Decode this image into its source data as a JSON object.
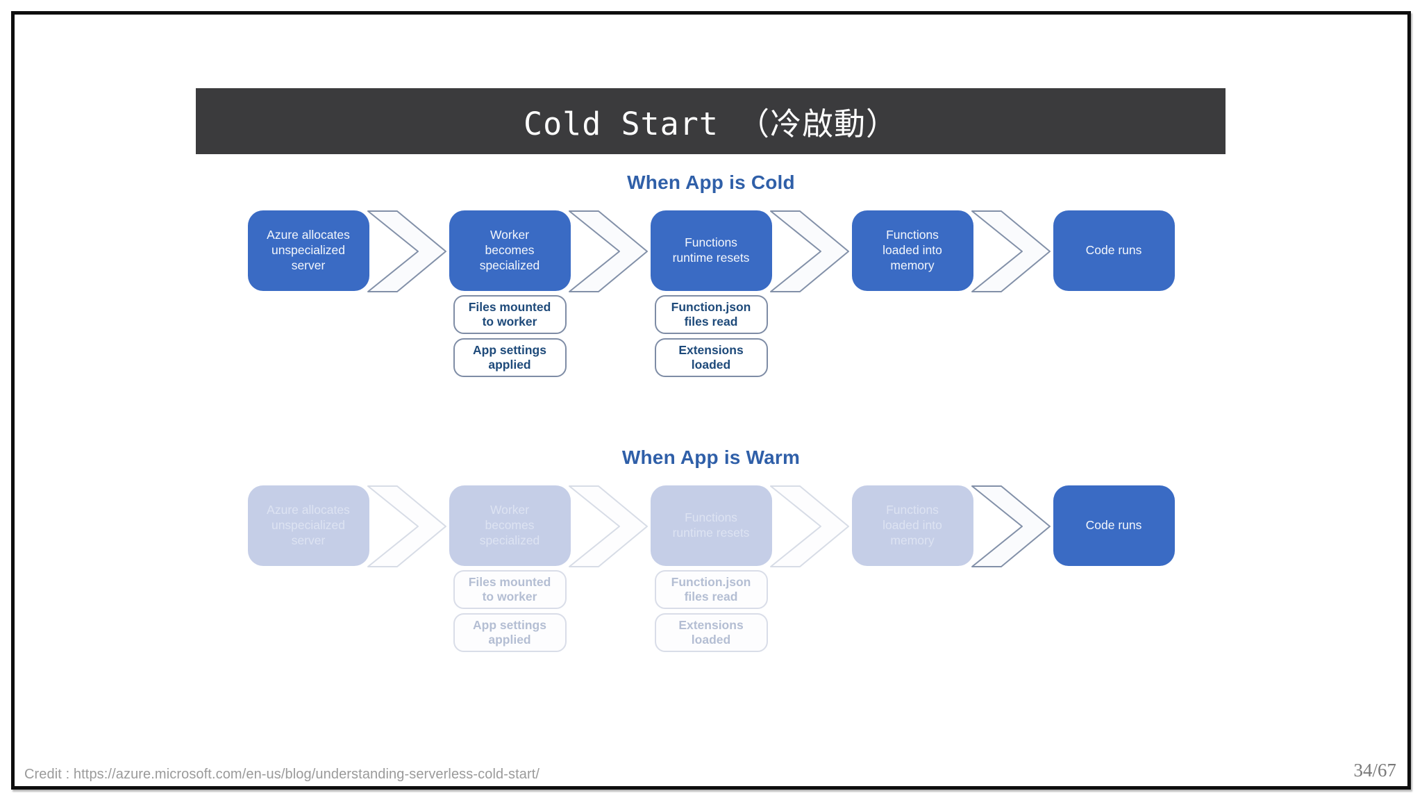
{
  "slide": {
    "title": "Cold Start （冷啟動）",
    "credit": "Credit : https://azure.microsoft.com/en-us/blog/understanding-serverless-cold-start/",
    "page": "34/67"
  },
  "colors": {
    "title_bar": "#3b3b3d",
    "box_blue": "#3a6bc4",
    "heading_blue": "#2f5fa8",
    "faded_fill": "#c5cee7",
    "subbox_text": "#1e4a7a",
    "chevron_stroke": "#8290a8",
    "chevron_stroke_faded": "#d7dce6"
  },
  "sections": [
    {
      "id": "cold",
      "heading": "When App is Cold",
      "steps": [
        {
          "name": "azure-allocates-server",
          "lines": [
            "Azure allocates",
            "unspecialized",
            "server"
          ],
          "subs": [],
          "faded": false
        },
        {
          "name": "worker-becomes-specialized",
          "lines": [
            "Worker",
            "becomes",
            "specialized"
          ],
          "subs": [
            {
              "name": "files-mounted",
              "lines": [
                "Files mounted",
                "to worker"
              ]
            },
            {
              "name": "app-settings-applied",
              "lines": [
                "App settings",
                "applied"
              ]
            }
          ],
          "faded": false
        },
        {
          "name": "functions-runtime-resets",
          "lines": [
            "Functions",
            "runtime resets"
          ],
          "subs": [
            {
              "name": "function-json-read",
              "lines": [
                "Function.json",
                "files read"
              ]
            },
            {
              "name": "extensions-loaded",
              "lines": [
                "Extensions",
                "loaded"
              ]
            }
          ],
          "faded": false
        },
        {
          "name": "functions-loaded-memory",
          "lines": [
            "Functions",
            "loaded into",
            "memory"
          ],
          "subs": [],
          "faded": false
        },
        {
          "name": "code-runs",
          "lines": [
            "Code runs"
          ],
          "subs": [],
          "faded": false
        }
      ]
    },
    {
      "id": "warm",
      "heading": "When App is Warm",
      "steps": [
        {
          "name": "azure-allocates-server",
          "lines": [
            "Azure allocates",
            "unspecialized",
            "server"
          ],
          "subs": [],
          "faded": true
        },
        {
          "name": "worker-becomes-specialized",
          "lines": [
            "Worker",
            "becomes",
            "specialized"
          ],
          "subs": [
            {
              "name": "files-mounted",
              "lines": [
                "Files mounted",
                "to worker"
              ]
            },
            {
              "name": "app-settings-applied",
              "lines": [
                "App settings",
                "applied"
              ]
            }
          ],
          "faded": true
        },
        {
          "name": "functions-runtime-resets",
          "lines": [
            "Functions",
            "runtime resets"
          ],
          "subs": [
            {
              "name": "function-json-read",
              "lines": [
                "Function.json",
                "files read"
              ]
            },
            {
              "name": "extensions-loaded",
              "lines": [
                "Extensions",
                "loaded"
              ]
            }
          ],
          "faded": true
        },
        {
          "name": "functions-loaded-memory",
          "lines": [
            "Functions",
            "loaded into",
            "memory"
          ],
          "subs": [],
          "faded": true
        },
        {
          "name": "code-runs",
          "lines": [
            "Code runs"
          ],
          "subs": [],
          "faded": false
        }
      ]
    }
  ]
}
